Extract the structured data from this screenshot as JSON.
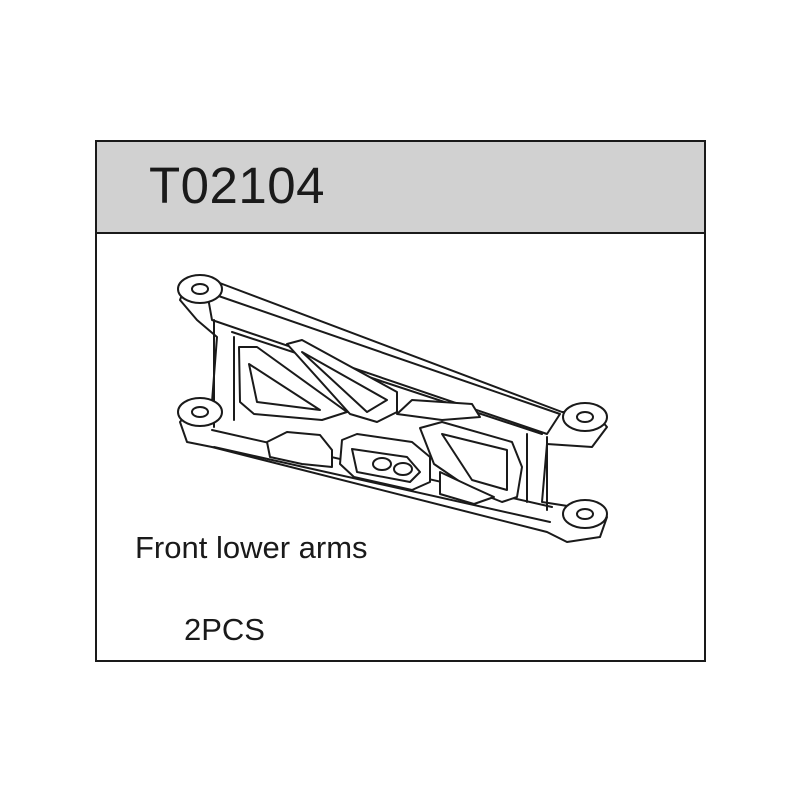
{
  "part": {
    "number": "T02104",
    "description": "Front lower arms",
    "quantity": "2PCS",
    "illustration_icon": "suspension-arm-drawing"
  },
  "colors": {
    "header_bg": "#d1d1d1",
    "border": "#1a1a1a",
    "text": "#1a1a1a"
  }
}
